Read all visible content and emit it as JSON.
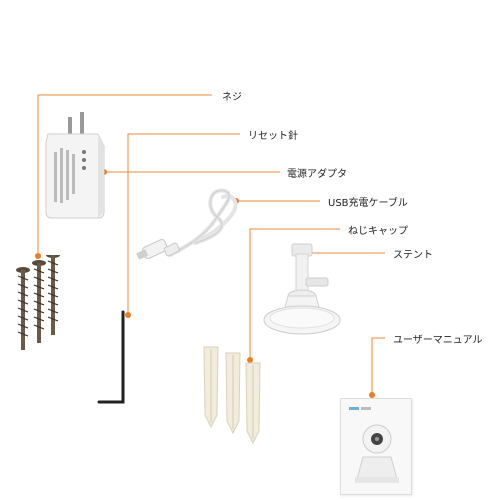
{
  "labels": {
    "screws": "ネジ",
    "reset_pin": "リセット針",
    "power_adapter": "電源アダプタ",
    "usb_cable": "USB充電ケーブル",
    "screw_caps": "ねじキャップ",
    "stand": "ステント",
    "manual": "ユーザーマニュアル"
  },
  "colors": {
    "callout_line": "#f08a34",
    "dot": "#f07a22",
    "text": "#222222"
  }
}
